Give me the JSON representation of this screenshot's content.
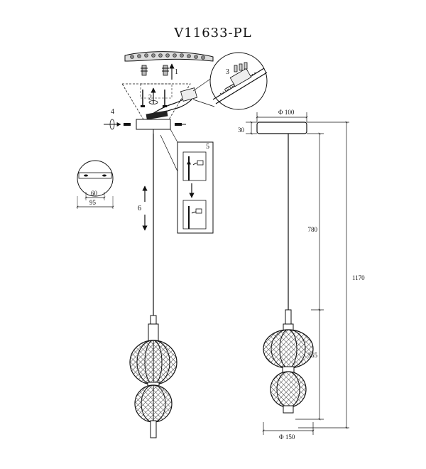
{
  "title": "V11633-PL",
  "steps": {
    "s1": "1",
    "s2": "2",
    "s3": "3",
    "s4": "4",
    "s5": "5",
    "s6": "6"
  },
  "dimensions": {
    "top_diameter": "Φ 100",
    "canopy_height": "30",
    "cable_length": "780",
    "total_height": "1170",
    "body_height": "365",
    "body_diameter": "Φ 150",
    "bracket_hole_spacing": "60",
    "canopy_plate_width": "95"
  },
  "colors": {
    "line": "#111111",
    "hatch": "#555555"
  }
}
